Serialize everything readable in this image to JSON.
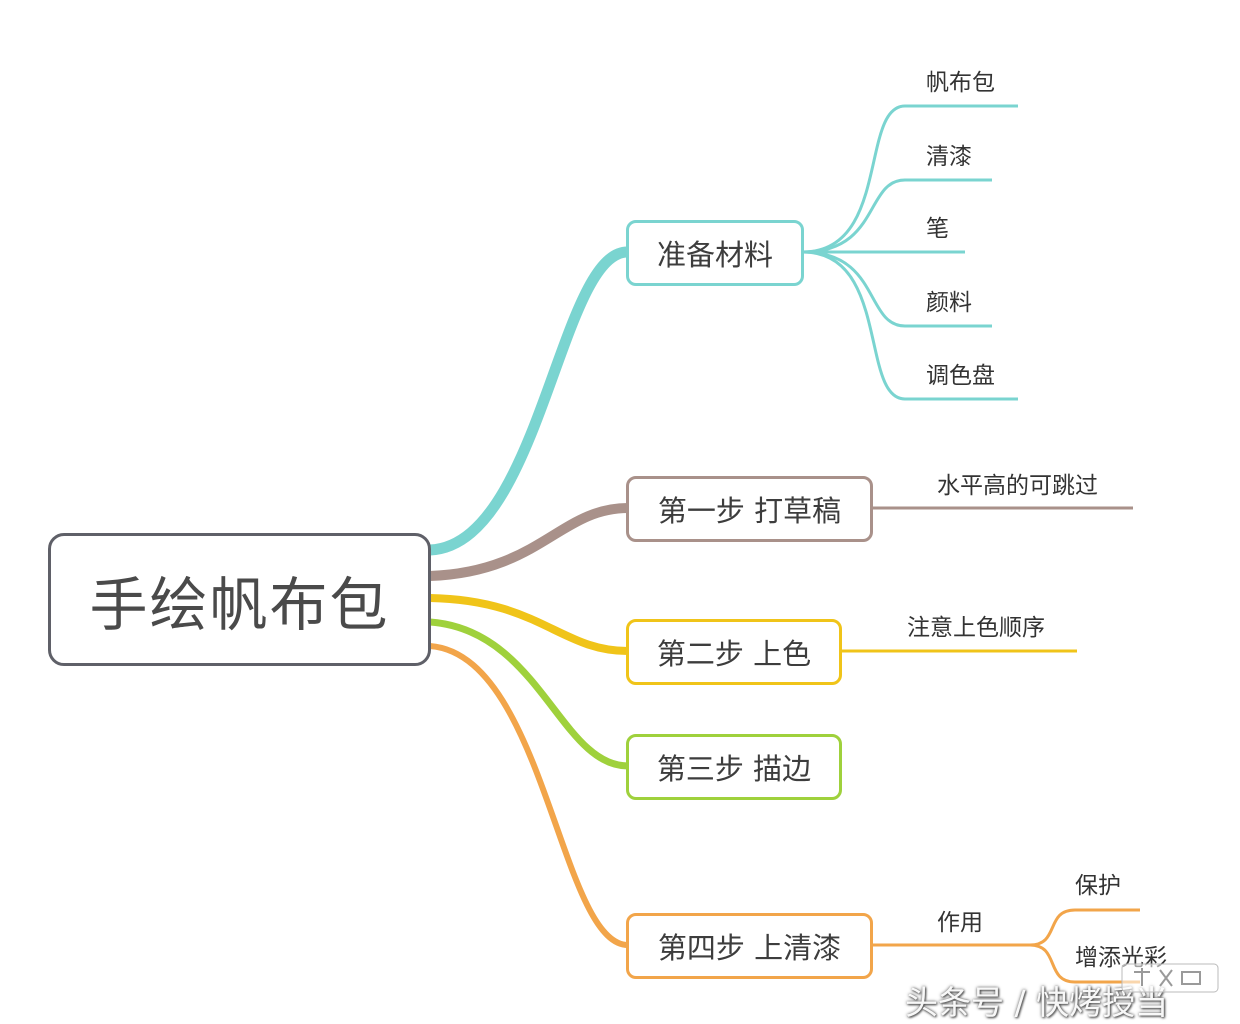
{
  "root": {
    "label": "手绘帆布包"
  },
  "colors": {
    "materials": "#7ad4d0",
    "sketch": "#a9918a",
    "color_step": "#f0c419",
    "outline": "#9fd13c",
    "varnish": "#f2a54a",
    "root_border": "#5f6068"
  },
  "branches": {
    "materials": {
      "label": "准备材料",
      "items": [
        "帆布包",
        "清漆",
        "笔",
        "颜料",
        "调色盘"
      ]
    },
    "sketch": {
      "label": "第一步 打草稿",
      "note": "水平高的可跳过"
    },
    "color_step": {
      "label": "第二步 上色",
      "note": "注意上色顺序"
    },
    "outline": {
      "label": "第三步 描边"
    },
    "varnish": {
      "label": "第四步 上清漆",
      "sub": {
        "label": "作用",
        "items": [
          "保护",
          "增添光彩"
        ]
      }
    }
  },
  "watermark": {
    "text": "头条号 / 快烤授当"
  }
}
